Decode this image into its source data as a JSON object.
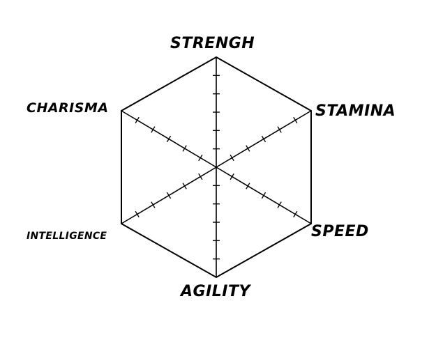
{
  "diagram": {
    "stats": [
      {
        "key": "strength",
        "label": "STRENGH"
      },
      {
        "key": "stamina",
        "label": "STAMINA"
      },
      {
        "key": "speed",
        "label": "SPEED"
      },
      {
        "key": "agility",
        "label": "AGILITY"
      },
      {
        "key": "intelligence",
        "label": "INTELLIGENCE"
      },
      {
        "key": "charisma",
        "label": "CHARISMA"
      }
    ],
    "ticks_per_axis": 5,
    "line_color": "#000000",
    "background_color": "#ffffff"
  }
}
